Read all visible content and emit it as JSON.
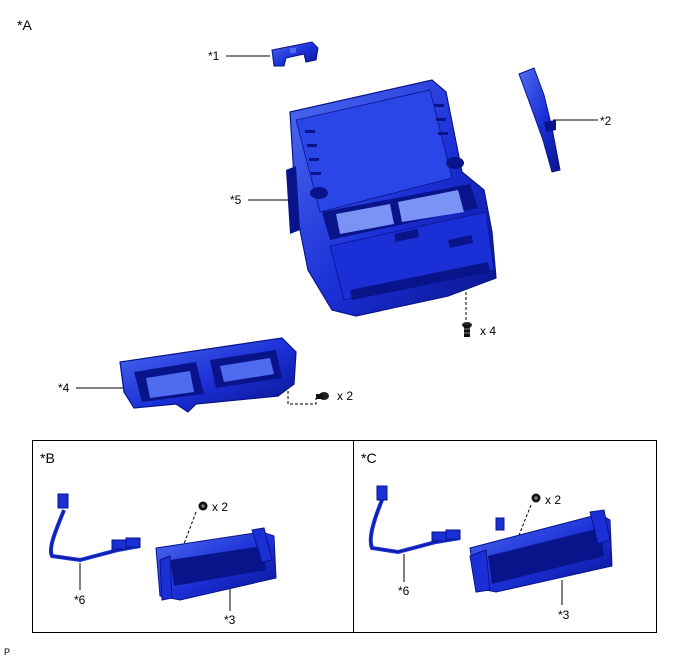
{
  "main": {
    "label_a": "*A",
    "callouts": {
      "c1": "*1",
      "c2": "*2",
      "c5": "*5",
      "c4": "*4"
    },
    "qty_screw_right": "x 4",
    "qty_screw_bottom": "x 2"
  },
  "panel_b": {
    "label": "*B",
    "qty": "x 2",
    "c6": "*6",
    "c3": "*3"
  },
  "panel_c": {
    "label": "*C",
    "qty": "x 2",
    "c6": "*6",
    "c3": "*3"
  },
  "footer": {
    "mark": "P"
  },
  "colors": {
    "part_blue": "#1a2fd6",
    "part_dark": "#0a148a",
    "part_light": "#4f6cf0"
  }
}
